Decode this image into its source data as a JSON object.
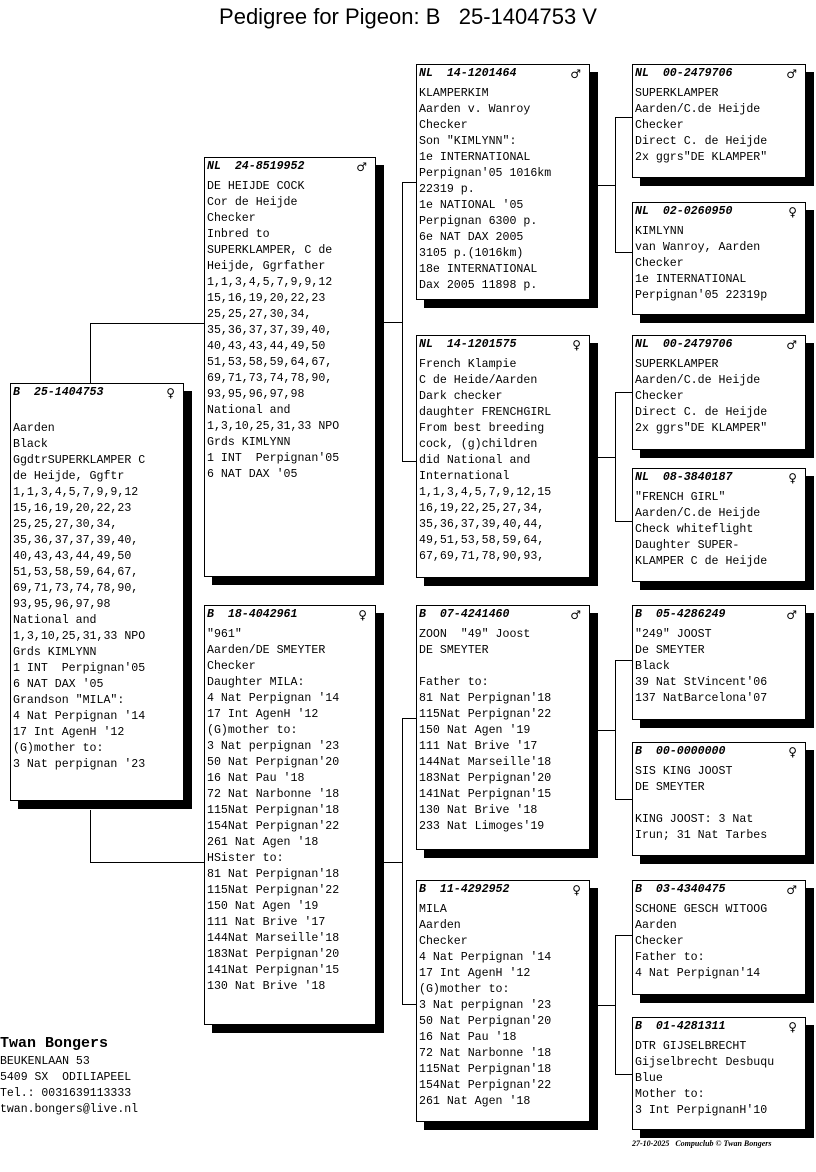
{
  "title": "Pedigree for Pigeon: B   25-1404753 V",
  "pigeons": [
    {
      "country": "B",
      "ring": "25-1404753",
      "sex": "♀",
      "lines": [
        "",
        "Aarden",
        "Black",
        "GgdtrSUPERKLAMPER C",
        "de Heijde, Ggftr",
        "1,1,3,4,5,7,9,9,12",
        "15,16,19,20,22,23",
        "25,25,27,30,34,",
        "35,36,37,37,39,40,",
        "40,43,43,44,49,50",
        "51,53,58,59,64,67,",
        "69,71,73,74,78,90,",
        "93,95,96,97,98",
        "National and",
        "1,3,10,25,31,33 NPO",
        "Grds KIMLYNN",
        "1 INT  Perpignan'05",
        "6 NAT DAX '05",
        "Grandson \"MILA\":",
        "4 Nat Perpignan '14",
        "17 Int AgenH '12",
        "(G)mother to:",
        "3 Nat perpignan '23"
      ]
    },
    {
      "country": "NL",
      "ring": "24-8519952",
      "sex": "♂",
      "lines": [
        "DE HEIJDE COCK",
        "Cor de Heijde",
        "Checker",
        "Inbred to",
        "SUPERKLAMPER, C de",
        "Heijde, Ggrfather",
        "1,1,3,4,5,7,9,9,12",
        "15,16,19,20,22,23",
        "25,25,27,30,34,",
        "35,36,37,37,39,40,",
        "40,43,43,44,49,50",
        "51,53,58,59,64,67,",
        "69,71,73,74,78,90,",
        "93,95,96,97,98",
        "National and",
        "1,3,10,25,31,33 NPO",
        "Grds KIMLYNN",
        "1 INT  Perpignan'05",
        "6 NAT DAX '05"
      ]
    },
    {
      "country": "B",
      "ring": "18-4042961",
      "sex": "♀",
      "lines": [
        "\"961\"",
        "Aarden/DE SMEYTER",
        "Checker",
        "Daughter MILA:",
        "4 Nat Perpignan '14",
        "17 Int AgenH '12",
        "(G)mother to:",
        "3 Nat perpignan '23",
        "50 Nat Perpignan'20",
        "16 Nat Pau '18",
        "72 Nat Narbonne '18",
        "115Nat Perpignan'18",
        "154Nat Perpignan'22",
        "261 Nat Agen '18",
        "HSister to:",
        "81 Nat Perpignan'18",
        "115Nat Perpignan'22",
        "150 Nat Agen '19",
        "111 Nat Brive '17",
        "144Nat Marseille'18",
        "183Nat Perpignan'20",
        "141Nat Perpignan'15",
        "130 Nat Brive '18"
      ]
    },
    {
      "country": "NL",
      "ring": "14-1201464",
      "sex": "♂",
      "lines": [
        "KLAMPERKIM",
        "Aarden v. Wanroy",
        "Checker",
        "Son \"KIMLYNN\":",
        "1e INTERNATIONAL",
        "Perpignan'05 1016km",
        "22319 p.",
        "1e NATIONAL '05",
        "Perpignan 6300 p.",
        "6e NAT DAX 2005",
        "3105 p.(1016km)",
        "18e INTERNATIONAL",
        "Dax 2005 11898 p."
      ]
    },
    {
      "country": "NL",
      "ring": "14-1201575",
      "sex": "♀",
      "lines": [
        "French Klampie",
        "C de Heide/Aarden",
        "Dark checker",
        "daughter FRENCHGIRL",
        "From best breeding",
        "cock, (g)children",
        "did National and",
        "International",
        "1,1,3,4,5,7,9,12,15",
        "16,19,22,25,27,34,",
        "35,36,37,39,40,44,",
        "49,51,53,58,59,64,",
        "67,69,71,78,90,93,"
      ]
    },
    {
      "country": "B",
      "ring": "07-4241460",
      "sex": "♂",
      "lines": [
        "ZOON  \"49\" Joost",
        "DE SMEYTER",
        "",
        "Father to:",
        "81 Nat Perpignan'18",
        "115Nat Perpignan'22",
        "150 Nat Agen '19",
        "111 Nat Brive '17",
        "144Nat Marseille'18",
        "183Nat Perpignan'20",
        "141Nat Perpignan'15",
        "130 Nat Brive '18",
        "233 Nat Limoges'19"
      ]
    },
    {
      "country": "B",
      "ring": "11-4292952",
      "sex": "♀",
      "lines": [
        "MILA",
        "Aarden",
        "Checker",
        "4 Nat Perpignan '14",
        "17 Int AgenH '12",
        "(G)mother to:",
        "3 Nat perpignan '23",
        "50 Nat Perpignan'20",
        "16 Nat Pau '18",
        "72 Nat Narbonne '18",
        "115Nat Perpignan'18",
        "154Nat Perpignan'22",
        "261 Nat Agen '18"
      ]
    },
    {
      "country": "NL",
      "ring": "00-2479706",
      "sex": "♂",
      "lines": [
        "SUPERKLAMPER",
        "Aarden/C.de Heijde",
        "Checker",
        "Direct C. de Heijde",
        "2x ggrs\"DE KLAMPER\""
      ]
    },
    {
      "country": "NL",
      "ring": "02-0260950",
      "sex": "♀",
      "lines": [
        "KIMLYNN",
        "van Wanroy, Aarden",
        "Checker",
        "1e INTERNATIONAL",
        "Perpignan'05 22319p"
      ]
    },
    {
      "country": "NL",
      "ring": "00-2479706",
      "sex": "♂",
      "lines": [
        "SUPERKLAMPER",
        "Aarden/C.de Heijde",
        "Checker",
        "Direct C. de Heijde",
        "2x ggrs\"DE KLAMPER\""
      ]
    },
    {
      "country": "NL",
      "ring": "08-3840187",
      "sex": "♀",
      "lines": [
        "\"FRENCH GIRL\"",
        "Aarden/C.de Heijde",
        "Check whiteflight",
        "Daughter SUPER-",
        "KLAMPER C de Heijde"
      ]
    },
    {
      "country": "B",
      "ring": "05-4286249",
      "sex": "♂",
      "lines": [
        "\"249\" JOOST",
        "De SMEYTER",
        "Black",
        "39 Nat StVincent'06",
        "137 NatBarcelona'07"
      ]
    },
    {
      "country": "B",
      "ring": "00-0000000",
      "sex": "♀",
      "lines": [
        "SIS KING JOOST",
        "DE SMEYTER",
        "",
        "KING JOOST: 3 Nat",
        "Irun; 31 Nat Tarbes"
      ]
    },
    {
      "country": "B",
      "ring": "03-4340475",
      "sex": "♂",
      "lines": [
        "SCHONE GESCH WITOOG",
        "Aarden",
        "Checker",
        "Father to:",
        "4 Nat Perpignan'14"
      ]
    },
    {
      "country": "B",
      "ring": "01-4281311",
      "sex": "♀",
      "lines": [
        "DTR GIJSELBRECHT",
        "Gijselbrecht Desbuqu",
        "Blue",
        "Mother to:",
        "3 Int PerpignanH'10"
      ]
    }
  ],
  "owner": {
    "name": "Twan Bongers",
    "address": "BEUKENLAAN 53",
    "city": "5409 SX  ODILIAPEEL",
    "phone": "Tel.: 0031639113333",
    "email": "twan.bongers@live.nl"
  },
  "footer": {
    "date": "27-10-2025",
    "credit": "Compuclub © Twan Bongers"
  }
}
